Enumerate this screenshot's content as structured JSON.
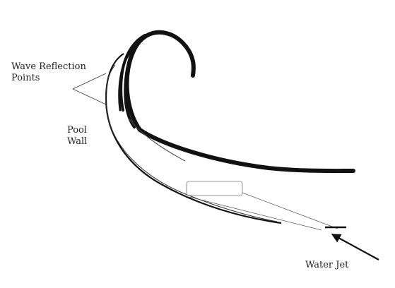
{
  "labels": {
    "wave_reflection_line1": "Wave Reflection",
    "wave_reflection_line2": "Points",
    "pool_wall_line1": "Pool",
    "pool_wall_line2": "Wall",
    "water_jet": "Water Jet"
  },
  "colors": {
    "ink": "#111111",
    "thin_line": "#333333",
    "label_text": "#222222",
    "background": "#ffffff"
  }
}
